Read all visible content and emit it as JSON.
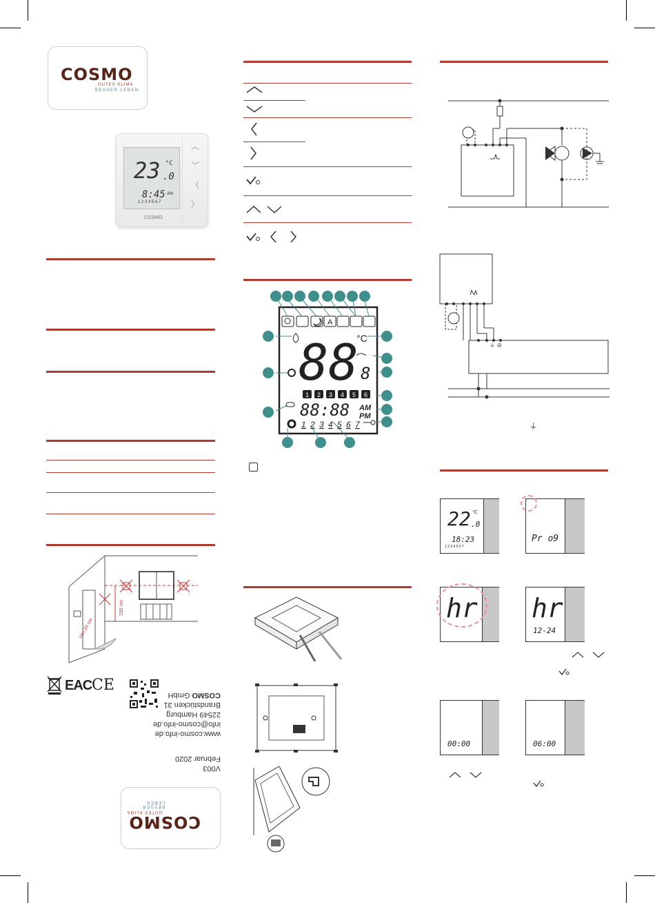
{
  "brand": {
    "name": "COSMO",
    "tagline1": "GUTES KLIMA",
    "tagline2": "BESSER LEBEN"
  },
  "device": {
    "temp_main": "23",
    "temp_decimal": ".0",
    "unit": "°C",
    "clock": "8:45",
    "am": "AM",
    "days": "1 2 3 4 5 6 7",
    "brand_small": "COSMO"
  },
  "placement": {
    "height_label": "150 cm",
    "distance_label": "min 20 cm"
  },
  "address": {
    "version": "V003",
    "date": "Februar 2020",
    "company_bold": "COSMO",
    "company_rest": " GmbH",
    "street": "Brandstücken 31",
    "city": "22549 Hamburg",
    "email": "info@cosmo-info.de",
    "web": "www.cosmo-info.de"
  },
  "lcd_diagram": {
    "unit": "°C",
    "big_digits": "88",
    "small_digit": "8",
    "program_slots": [
      "1",
      "2",
      "3",
      "4",
      "5",
      "6"
    ],
    "time": "88:88",
    "am": "AM",
    "pm": "PM",
    "days": [
      "1",
      "2",
      "3",
      "4",
      "5",
      "6",
      "7"
    ]
  },
  "steps": {
    "s1_temp": "22",
    "s1_decimal": ".0",
    "s1_unit": "°C",
    "s1_clock": "18:23",
    "s1_days": "1 2 3 4 5 6 7",
    "s2_text": "Pr o9",
    "s3_text": "hr",
    "s4_text": "hr",
    "s4_sub": "12-24",
    "s5_time": "00:00",
    "s6_time": "06:00"
  },
  "colors": {
    "accent": "#b0392f",
    "callout": "#3f8f8c",
    "brand": "#5a2316"
  }
}
